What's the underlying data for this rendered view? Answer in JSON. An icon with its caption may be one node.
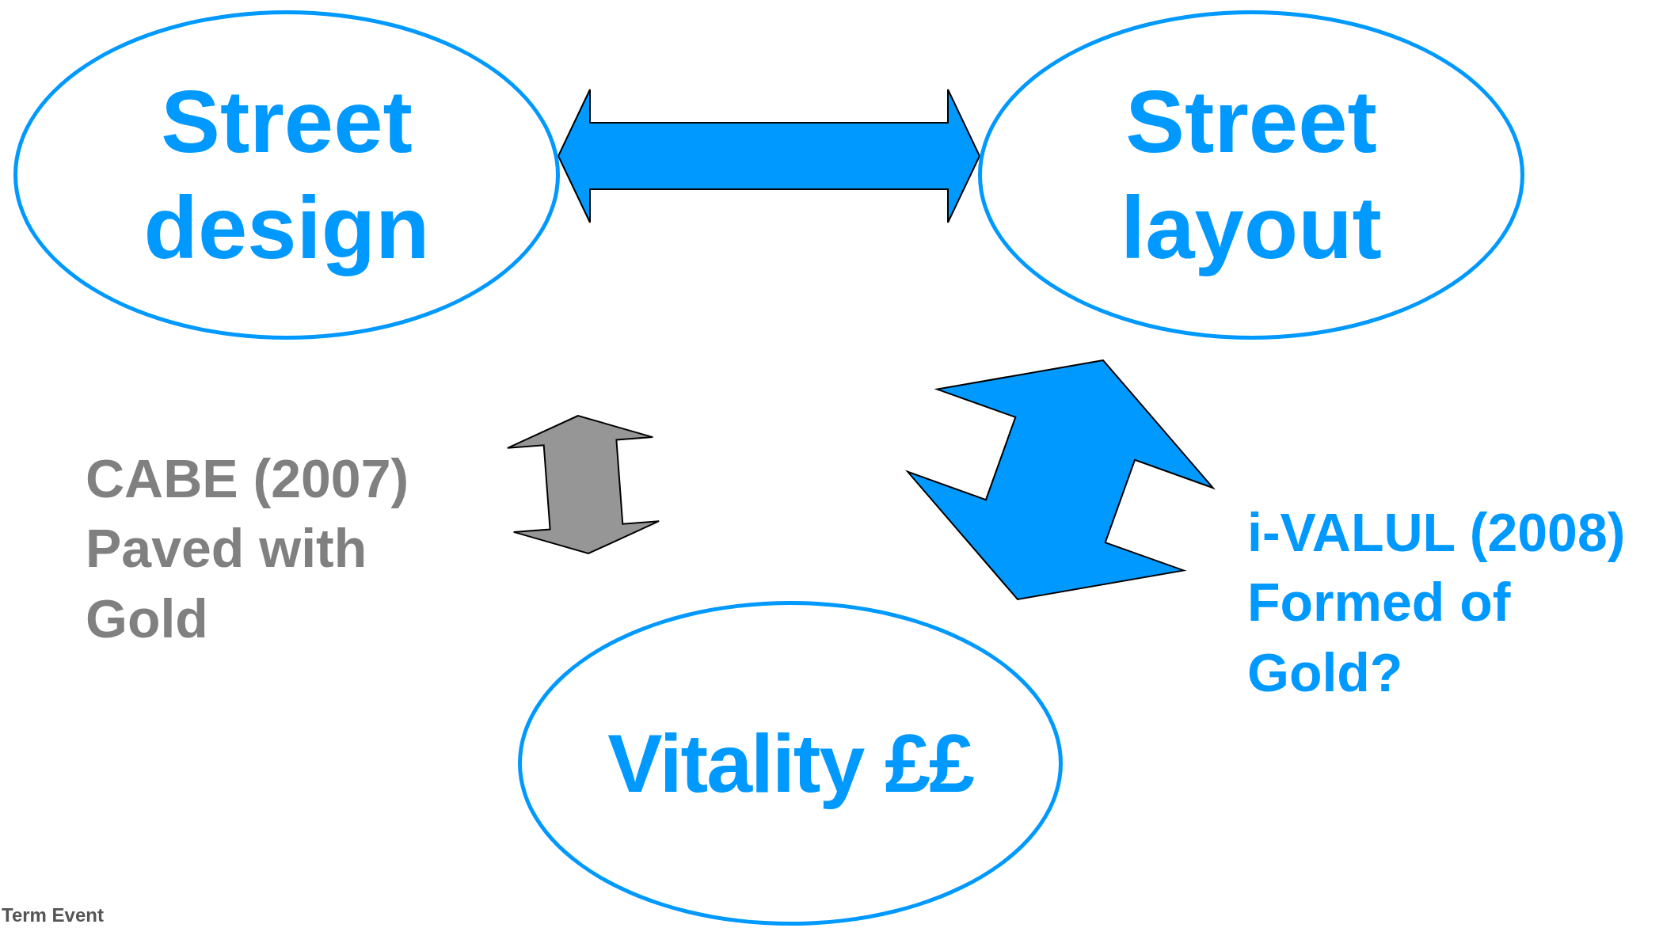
{
  "diagram": {
    "nodes": [
      {
        "text": [
          "Street design"
        ]
      },
      {
        "text": [
          "Street layout"
        ]
      },
      {
        "text": [
          "Vitality ££"
        ]
      }
    ],
    "edges": [
      {
        "from": 0,
        "to": 1,
        "arrow": "both"
      },
      {
        "from": 1,
        "to": 2,
        "arrow": "both"
      },
      {
        "from": 0,
        "to": 2,
        "arrow": "both",
        "color": "#969696"
      }
    ],
    "labels": [
      "CABE (2007) Paved with Gold",
      "i-VALUL (2008) Formed of Gold?",
      "Term Event"
    ]
  }
}
